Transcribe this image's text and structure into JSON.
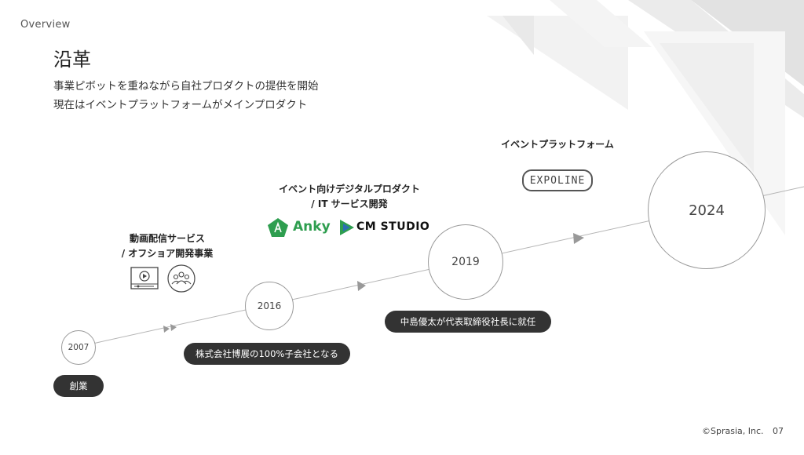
{
  "header": {
    "section_label": "Overview",
    "title": "沿革",
    "subtitle_line1": "事業ピボットを重ねながら自社プロダクトの提供を開始",
    "subtitle_line2": "現在はイベントプラットフォームがメインプロダクト"
  },
  "milestones": [
    {
      "year": "2007",
      "event": "創業"
    },
    {
      "year": "2016",
      "event": "株式会社博展の100%子会社となる"
    },
    {
      "year": "2019",
      "event": "中島優太が代表取締役社長に就任"
    },
    {
      "year": "2024"
    }
  ],
  "captions": {
    "stage1_line1": "動画配信サービス",
    "stage1_line2": "/ オフショア開発事業",
    "stage2_line1": "イベント向けデジタルプロダクト",
    "stage2_line2": "/ IT サービス開発",
    "stage3": "イベントプラットフォーム"
  },
  "logos": {
    "anky": "Anky",
    "cm_studio": "CM STUDIO",
    "expoline": "EXPOLINE",
    "anky_color": "#2e9e4f"
  },
  "footer": {
    "copyright": "©Sprasia, Inc.",
    "page_number": "07"
  }
}
